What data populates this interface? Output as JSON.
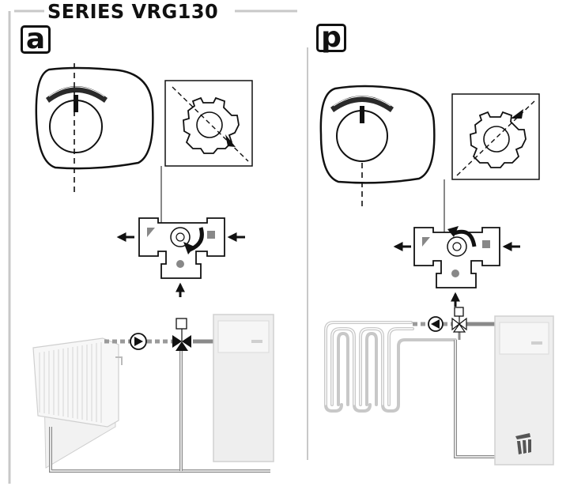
{
  "header": {
    "title": "SERIES VRG130"
  },
  "panels": [
    {
      "label": "a",
      "emitter": "radiator",
      "knob_direction": "clockwise"
    },
    {
      "label": "p",
      "emitter": "underfloor-heating-loops",
      "knob_direction": "counterclockwise"
    }
  ],
  "colors": {
    "line": "#111111",
    "pipe": "#9a9a9a",
    "panel_border": "#cccccc",
    "boiler": "#eeeeee"
  }
}
